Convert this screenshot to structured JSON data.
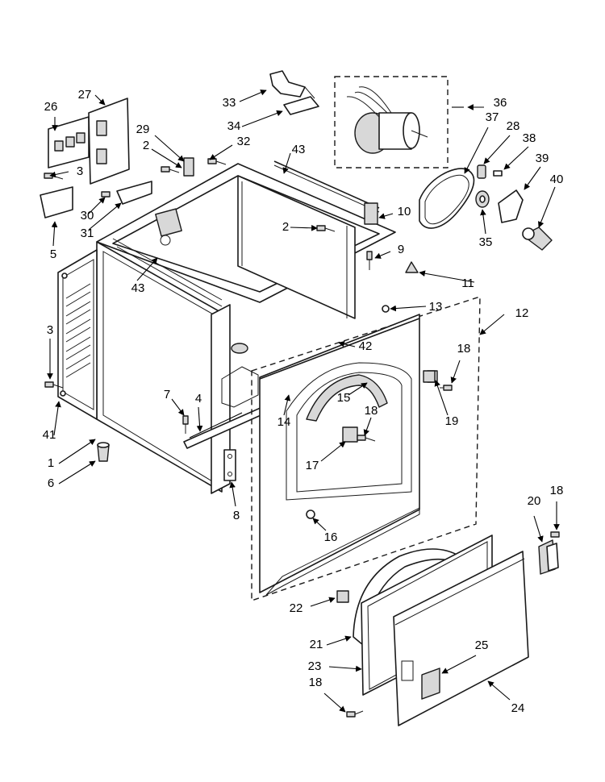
{
  "labels": [
    "1",
    "2",
    "3",
    "4",
    "5",
    "6",
    "7",
    "8",
    "9",
    "10",
    "11",
    "12",
    "13",
    "14",
    "15",
    "16",
    "17",
    "18",
    "19",
    "20",
    "21",
    "22",
    "23",
    "24",
    "25",
    "26",
    "27",
    "28",
    "29",
    "30",
    "31",
    "32",
    "33",
    "34",
    "35",
    "36",
    "37",
    "38",
    "39",
    "40",
    "41",
    "42",
    "43"
  ],
  "colors": {
    "stroke": "#1a1a1a",
    "fill": "#ffffff",
    "shade": "#d8d8d8"
  }
}
